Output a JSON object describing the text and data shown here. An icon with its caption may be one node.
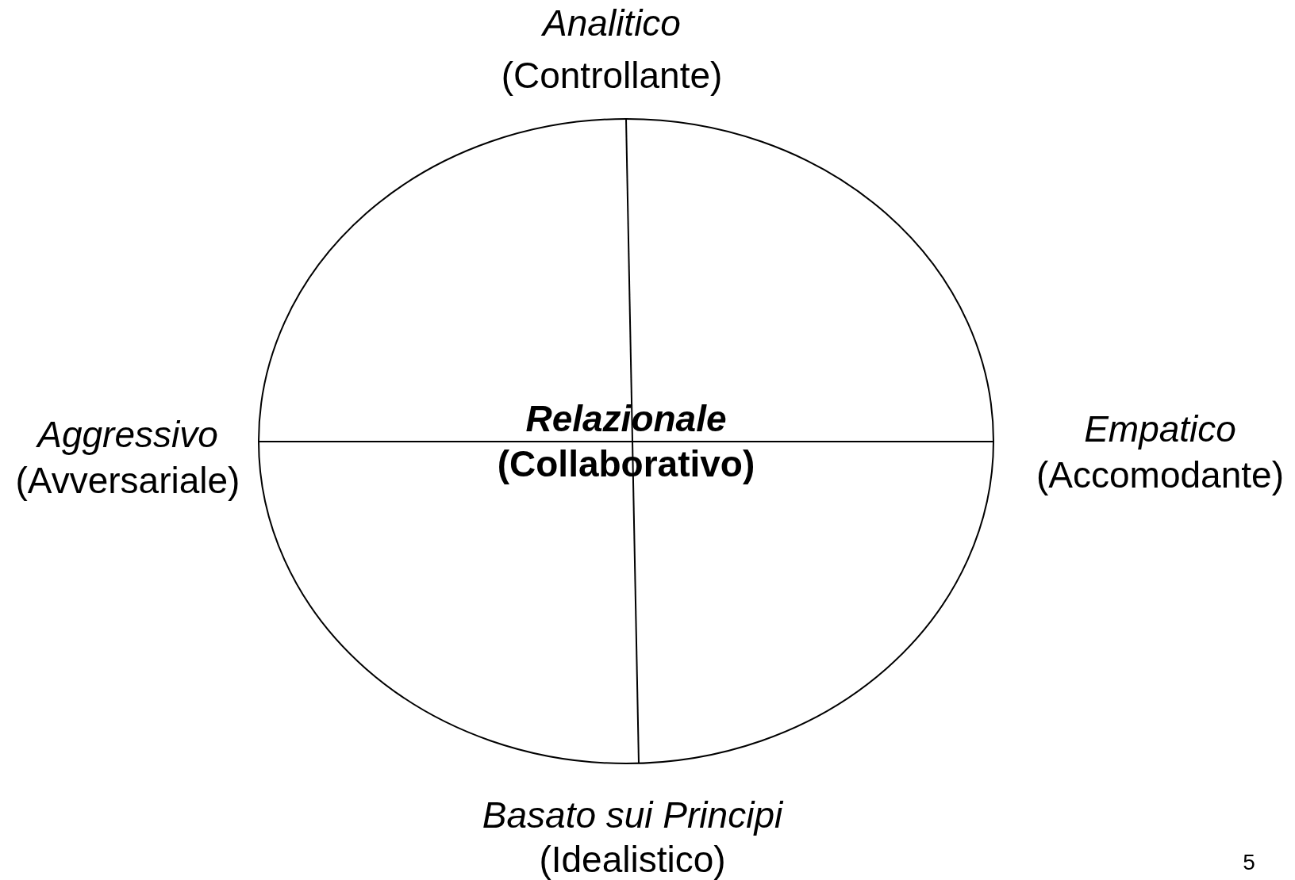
{
  "diagram": {
    "nodes": [
      {
        "text": [
          "Relazionale",
          "(Collaborativo)"
        ]
      }
    ],
    "labels": [
      "Analitico",
      "(Controllante)",
      "Aggressivo",
      "(Avversariale)",
      "Empatico",
      "(Accomodante)",
      "Basato sui Principi",
      "(Idealistico)",
      "5"
    ]
  }
}
